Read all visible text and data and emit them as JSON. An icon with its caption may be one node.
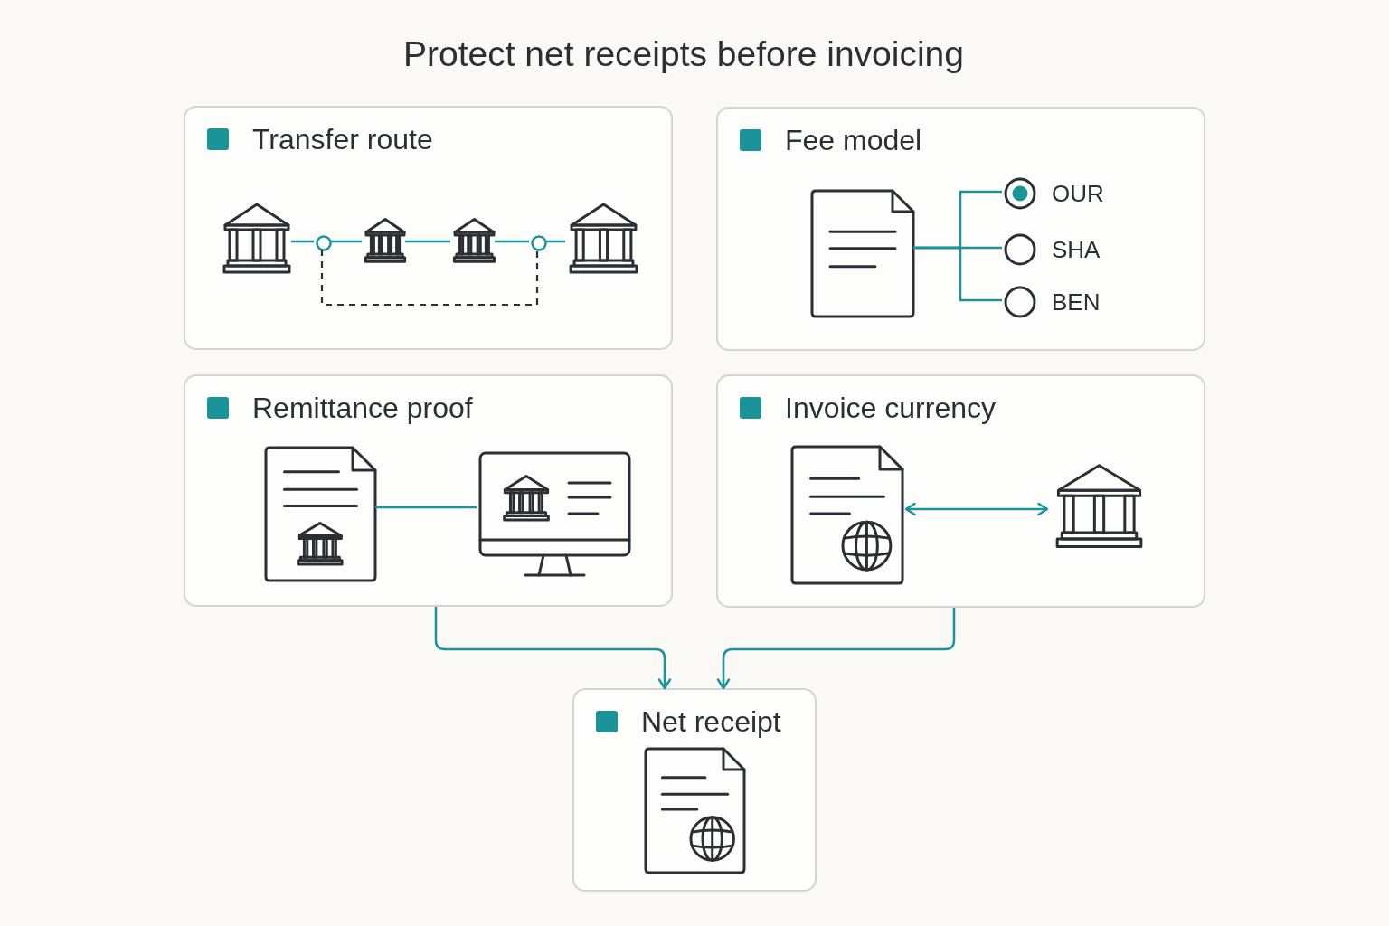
{
  "diagram": {
    "title": "Protect net receipts before invoicing",
    "nodes": [
      {
        "text": [
          "Transfer route"
        ]
      },
      {
        "text": [],
        "shape": "picture",
        "in": 0
      },
      {
        "text": [],
        "shape": "circle",
        "in": 0
      },
      {
        "text": [],
        "shape": "picture",
        "in": 0
      },
      {
        "text": [],
        "shape": "picture",
        "in": 0
      },
      {
        "text": [],
        "shape": "circle",
        "in": 0
      },
      {
        "text": [],
        "shape": "picture",
        "in": 0
      },
      {
        "text": [
          "Fee model"
        ]
      },
      {
        "text": [],
        "shape": "picture",
        "in": 7
      },
      {
        "text": [
          "OUR"
        ],
        "in": 7
      },
      {
        "text": [
          "SHA"
        ],
        "in": 7
      },
      {
        "text": [
          "BEN"
        ],
        "in": 7
      },
      {
        "text": [
          "Remittance proof"
        ]
      },
      {
        "text": [],
        "shape": "picture",
        "in": 12
      },
      {
        "text": [],
        "shape": "picture",
        "in": 12
      },
      {
        "text": [
          "Invoice currency"
        ]
      },
      {
        "text": [],
        "shape": "picture",
        "in": 15
      },
      {
        "text": [],
        "shape": "picture",
        "in": 15
      },
      {
        "text": [
          "Net receipt"
        ]
      }
    ],
    "edges": [
      {
        "from": 1,
        "to": 2,
        "arrow": "none"
      },
      {
        "from": 2,
        "to": 3,
        "arrow": "none"
      },
      {
        "from": 3,
        "to": 4,
        "arrow": "none"
      },
      {
        "from": 4,
        "to": 5,
        "arrow": "none"
      },
      {
        "from": 5,
        "to": 6,
        "arrow": "none"
      },
      {
        "from": 2,
        "to": 5,
        "arrow": "none",
        "style": "dashed",
        "color": "#2b2f34"
      },
      {
        "from": 8,
        "to": 9,
        "arrow": "none"
      },
      {
        "from": 8,
        "to": 10,
        "arrow": "none"
      },
      {
        "from": 8,
        "to": 11,
        "arrow": "none"
      },
      {
        "from": 13,
        "to": 14,
        "arrow": "none"
      },
      {
        "from": 16,
        "to": 17,
        "arrow": "both"
      },
      {
        "from": 12,
        "to": 18,
        "arrow": "to"
      },
      {
        "from": 15,
        "to": 18,
        "arrow": "to"
      }
    ]
  }
}
